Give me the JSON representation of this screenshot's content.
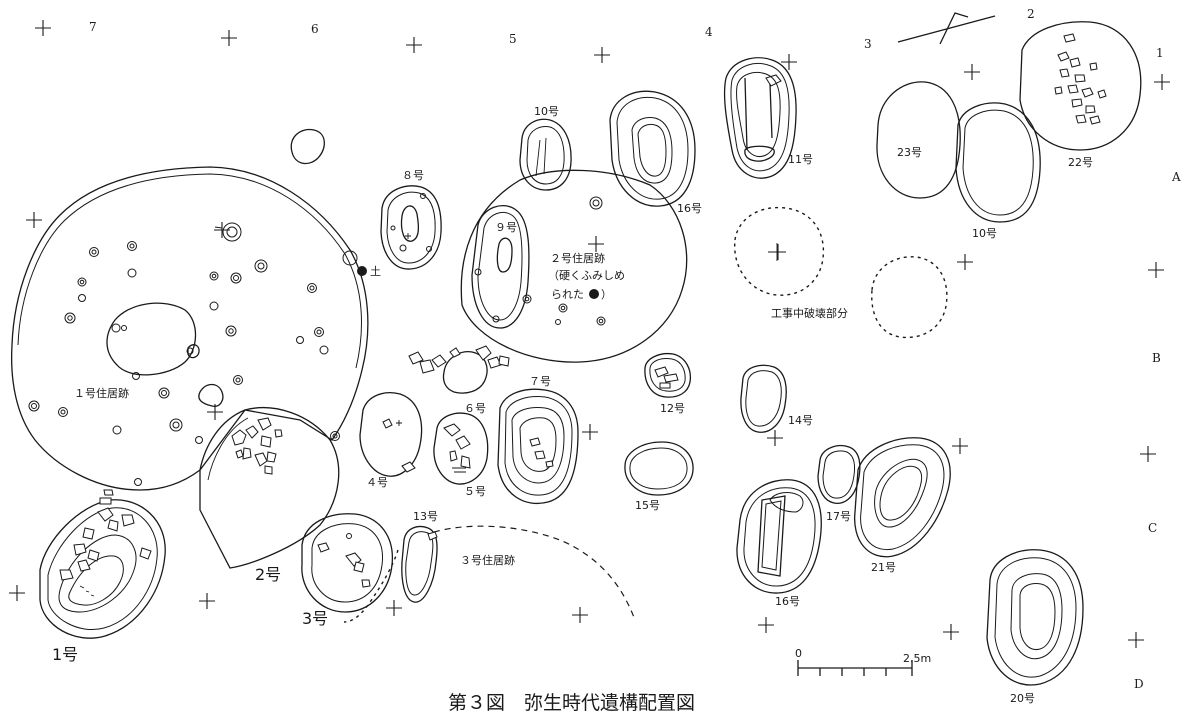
{
  "caption": "第３図　弥生時代遺構配置図",
  "grid": {
    "columns": [
      "7",
      "6",
      "5",
      "4",
      "3",
      "2",
      "1"
    ],
    "rows": [
      "A",
      "B",
      "C",
      "D"
    ]
  },
  "features": {
    "house1": "１号住居跡",
    "house2_line1": "２号住居跡",
    "house2_line2": "（硬くふみしめ",
    "house2_line3": "られた",
    "house2_line3_close": "）",
    "house3": "３号住居跡",
    "earth_marker": "土",
    "disturbed": "工事中破壊部分"
  },
  "pits": {
    "p1": "1号",
    "p2": "2号",
    "p3": "3号",
    "p4": "４号",
    "p5": "５号",
    "p6": "６号",
    "p7": "７号",
    "p8": "８号",
    "p9": "９号",
    "p10a": "10号",
    "p10b": "10号",
    "p11": "11号",
    "p12": "12号",
    "p13": "13号",
    "p14": "14号",
    "p15": "15号",
    "p16a": "16号",
    "p16b": "16号",
    "p17": "17号",
    "p20": "20号",
    "p21": "21号",
    "p22": "22号",
    "p23": "23号"
  },
  "scale": {
    "zero": "0",
    "max": "2.5m"
  }
}
